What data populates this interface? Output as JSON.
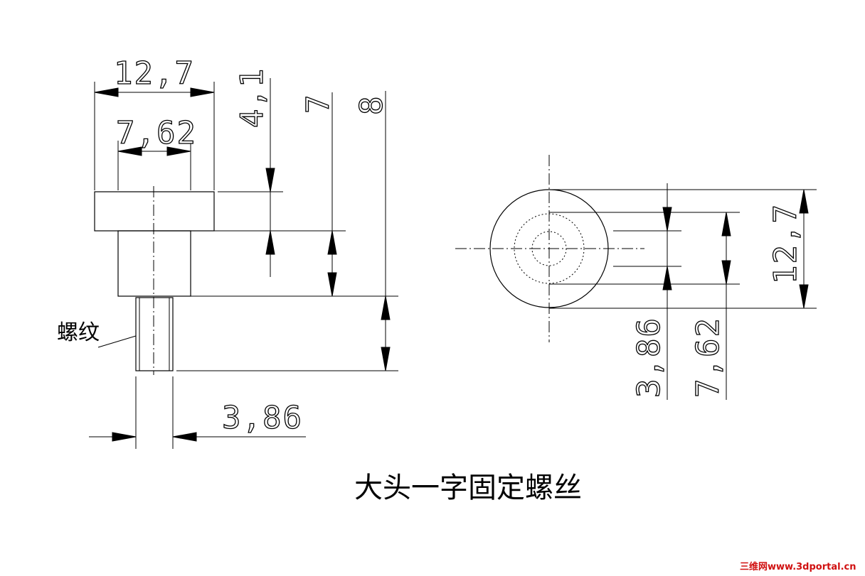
{
  "title": "大头一字固定螺丝",
  "thread_label": "螺纹",
  "side_view": {
    "dims": {
      "head_diameter": "12,7",
      "head_inner": "7,62",
      "head_height": "4,1",
      "body_height": "7",
      "thread_length": "8",
      "thread_diameter": "3,86"
    }
  },
  "top_view": {
    "dims": {
      "inner_small": "3,86",
      "inner_large": "7,62",
      "outer": "12,7"
    }
  },
  "watermark": "三维网www.3dportal.cn",
  "colors": {
    "line": "#000000",
    "watermark": "#d01010"
  }
}
